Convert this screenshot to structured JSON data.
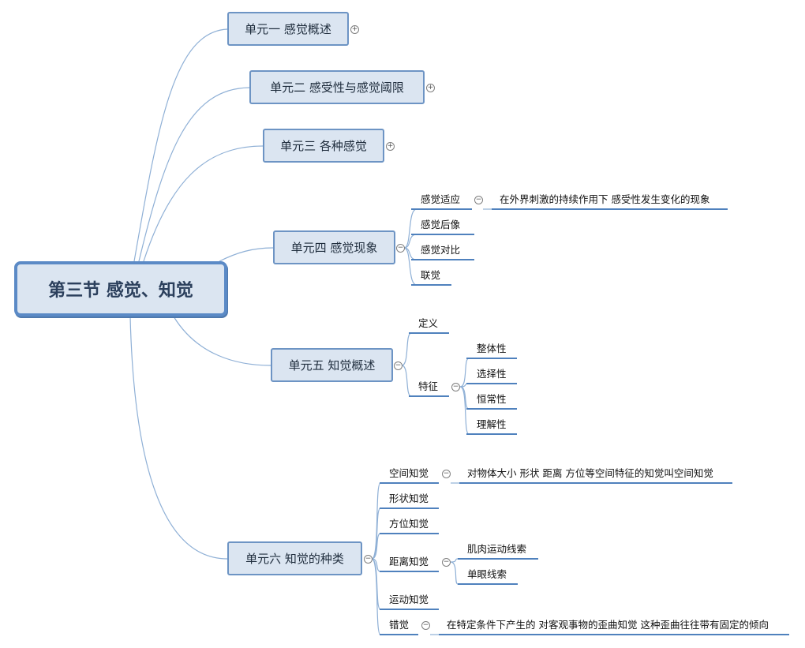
{
  "root": {
    "label": "第三节 感觉、知觉"
  },
  "units": [
    {
      "label": "单元一 感觉概述",
      "collapsed": true
    },
    {
      "label": "单元二 感受性与感觉阈限",
      "collapsed": true
    },
    {
      "label": "单元三 各种感觉",
      "collapsed": true
    },
    {
      "label": "单元四 感觉现象",
      "collapsed": false,
      "items": [
        {
          "label": "感觉适应",
          "detail": "在外界刺激的持续作用下 感受性发生变化的现象"
        },
        {
          "label": "感觉后像"
        },
        {
          "label": "感觉对比"
        },
        {
          "label": "联觉"
        }
      ]
    },
    {
      "label": "单元五 知觉概述",
      "collapsed": false,
      "items": [
        {
          "label": "定义"
        },
        {
          "label": "特征",
          "children": [
            "整体性",
            "选择性",
            "恒常性",
            "理解性"
          ]
        }
      ]
    },
    {
      "label": "单元六 知觉的种类",
      "collapsed": false,
      "items": [
        {
          "label": "空间知觉",
          "detail": "对物体大小 形状 距离 方位等空间特征的知觉叫空间知觉"
        },
        {
          "label": "形状知觉"
        },
        {
          "label": "方位知觉"
        },
        {
          "label": "距离知觉",
          "children": [
            "肌肉运动线索",
            "单眼线索"
          ]
        },
        {
          "label": "运动知觉"
        },
        {
          "label": "错觉",
          "detail": "在特定条件下产生的 对客观事物的歪曲知觉 这种歪曲往往带有固定的倾向"
        }
      ]
    }
  ],
  "icons": {
    "expand": "plus-circle-icon",
    "collapse": "minus-circle-icon"
  },
  "colors": {
    "node_fill": "#dbe5f1",
    "node_border": "#6d94c4",
    "line": "#4f81bd",
    "branch": "#8fb0d6"
  }
}
